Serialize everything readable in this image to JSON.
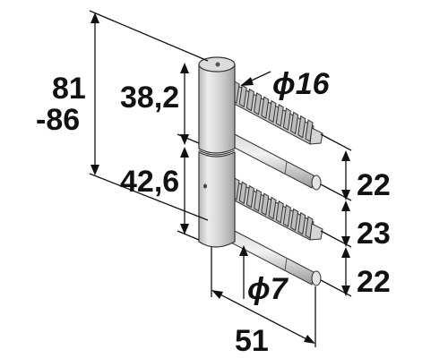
{
  "dimensions": {
    "total_length_min": "81",
    "total_length_max": "-86",
    "upper_section": "38,2",
    "lower_section": "42,6",
    "pin_upper_diameter": "ϕ16",
    "pin_lower_diameter": "ϕ7",
    "spacing_top": "22",
    "spacing_middle": "23",
    "spacing_bottom": "22",
    "width": "51"
  },
  "colors": {
    "line": "#111111",
    "metal_light": "#e6e6e6",
    "metal_mid": "#b5b5b5",
    "metal_dark": "#7a7a7a",
    "background": "#ffffff"
  }
}
